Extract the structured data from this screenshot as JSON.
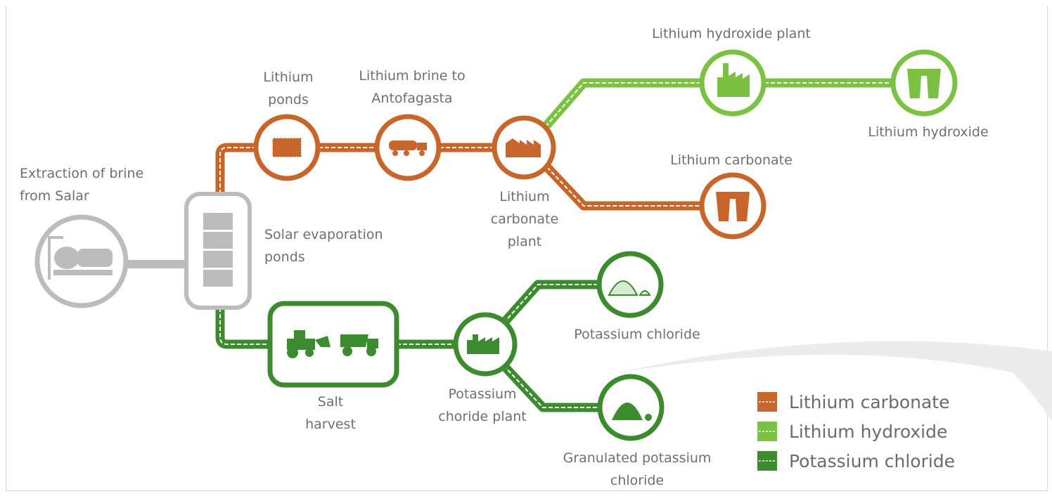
{
  "colors": {
    "lithium_carbonate": "#c8652a",
    "lithium_hydroxide": "#7cc242",
    "potassium_chloride": "#3d8b2f",
    "neutral": "#bcbcbd",
    "text": "#6f6f6f"
  },
  "labels": {
    "extraction": [
      "Extraction of brine",
      "from Salar"
    ],
    "solar_ponds": [
      "Solar evaporation",
      "ponds"
    ],
    "lithium_ponds": [
      "Lithium",
      "ponds"
    ],
    "brine_transport": [
      "Lithium brine to",
      "Antofagasta"
    ],
    "carbonate_plant": [
      "Lithium",
      "carbonate",
      "plant"
    ],
    "hydroxide_plant": [
      "Lithium hydroxide plant"
    ],
    "hydroxide_product": [
      "Lithium hydroxide"
    ],
    "carbonate_product": [
      "Lithium carbonate"
    ],
    "salt_harvest": [
      "Salt",
      "harvest"
    ],
    "kcl_plant": [
      "Potassium",
      "choride plant"
    ],
    "kcl_product": [
      "Potassium chloride"
    ],
    "granulated_kcl": [
      "Granulated potassium",
      "chloride"
    ]
  },
  "legend": [
    {
      "label": "Lithium carbonate",
      "color": "#c8652a"
    },
    {
      "label": "Lithium hydroxide",
      "color": "#7cc242"
    },
    {
      "label": "Potassium chloride",
      "color": "#3d8b2f"
    }
  ]
}
